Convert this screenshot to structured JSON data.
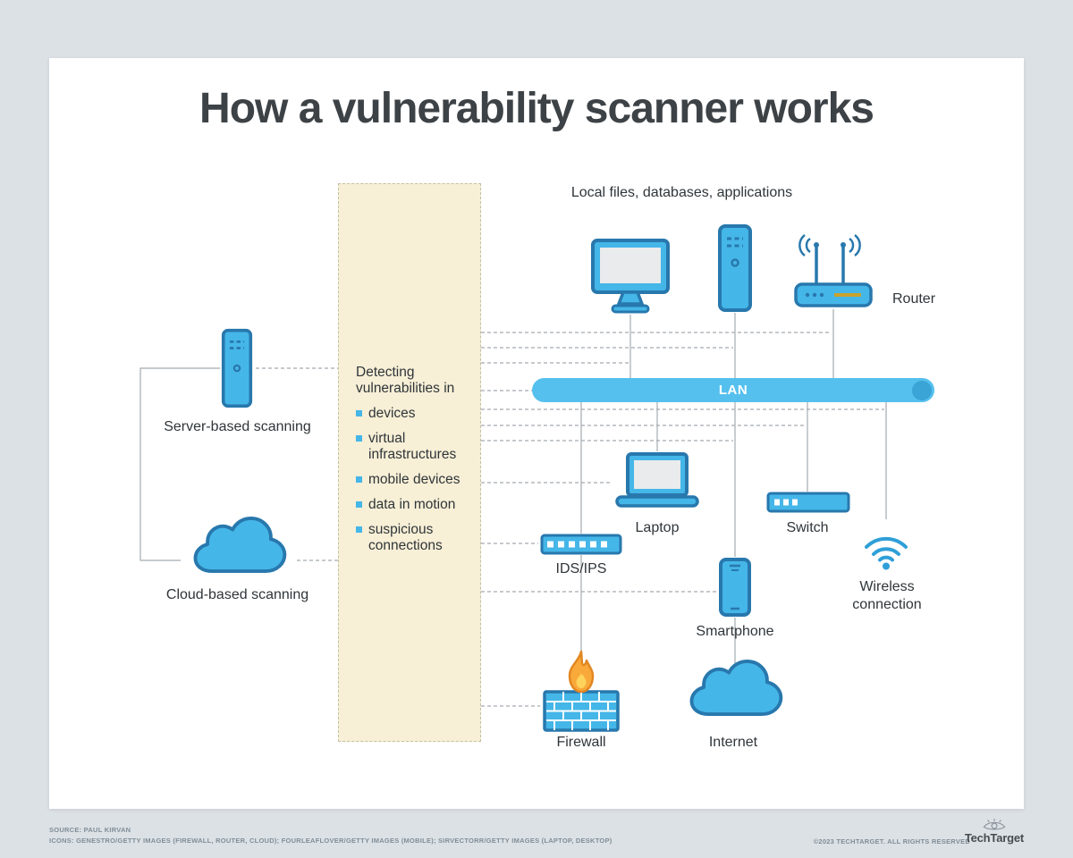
{
  "title": "How a vulnerability scanner works",
  "scanning": {
    "server_label": "Server-based scanning",
    "cloud_label": "Cloud-based scanning"
  },
  "detect_panel": {
    "heading": "Detecting vulnerabilities in",
    "items": [
      "devices",
      "virtual infrastructures",
      "mobile devices",
      "data in motion",
      "suspicious connections"
    ]
  },
  "network": {
    "local_resources_label": "Local files, databases, applications",
    "router_label": "Router",
    "lan_label": "LAN",
    "laptop_label": "Laptop",
    "switch_label": "Switch",
    "ids_ips_label": "IDS/IPS",
    "smartphone_label": "Smartphone",
    "wireless_label": "Wireless connection",
    "firewall_label": "Firewall",
    "internet_label": "Internet"
  },
  "footer": {
    "source": "SOURCE: PAUL KIRVAN",
    "icons_credit": "ICONS: GENESTRO/GETTY IMAGES (FIREWALL, ROUTER, CLOUD); FOURLEAFLOVER/GETTY IMAGES (MOBILE); SIRVECTORR/GETTY IMAGES (LAPTOP, DESKTOP)",
    "copyright": "©2023 TECHTARGET. ALL RIGHTS RESERVED",
    "brand": "TechTarget"
  },
  "icons": [
    "server-tower-icon",
    "cloud-icon",
    "desktop-computer-icon",
    "rack-server-icon",
    "router-icon",
    "laptop-icon",
    "network-switch-icon",
    "ids-ips-appliance-icon",
    "smartphone-icon",
    "wifi-icon",
    "firewall-flame-icon",
    "internet-cloud-icon",
    "lan-bus",
    "eye-logo-icon",
    "bullet-square-icon"
  ],
  "colors": {
    "page_bg": "#dce1e5",
    "card_bg": "#ffffff",
    "title": "#3d4246",
    "icon_fill": "#45b6e8",
    "icon_stroke": "#2878ad",
    "lan_bar": "#55c0ee",
    "lan_cap": "#3aa4d6",
    "panel_bg": "#f7efd6",
    "panel_border": "#c4bfa4",
    "line": "#a4abb0",
    "label": "#2f3539",
    "wifi": "#2f9fd8",
    "flame_fill": "#f9a93a",
    "flame_stroke": "#e28722",
    "flame_inner": "#fdd35c",
    "footer_text": "#7f8d98"
  }
}
